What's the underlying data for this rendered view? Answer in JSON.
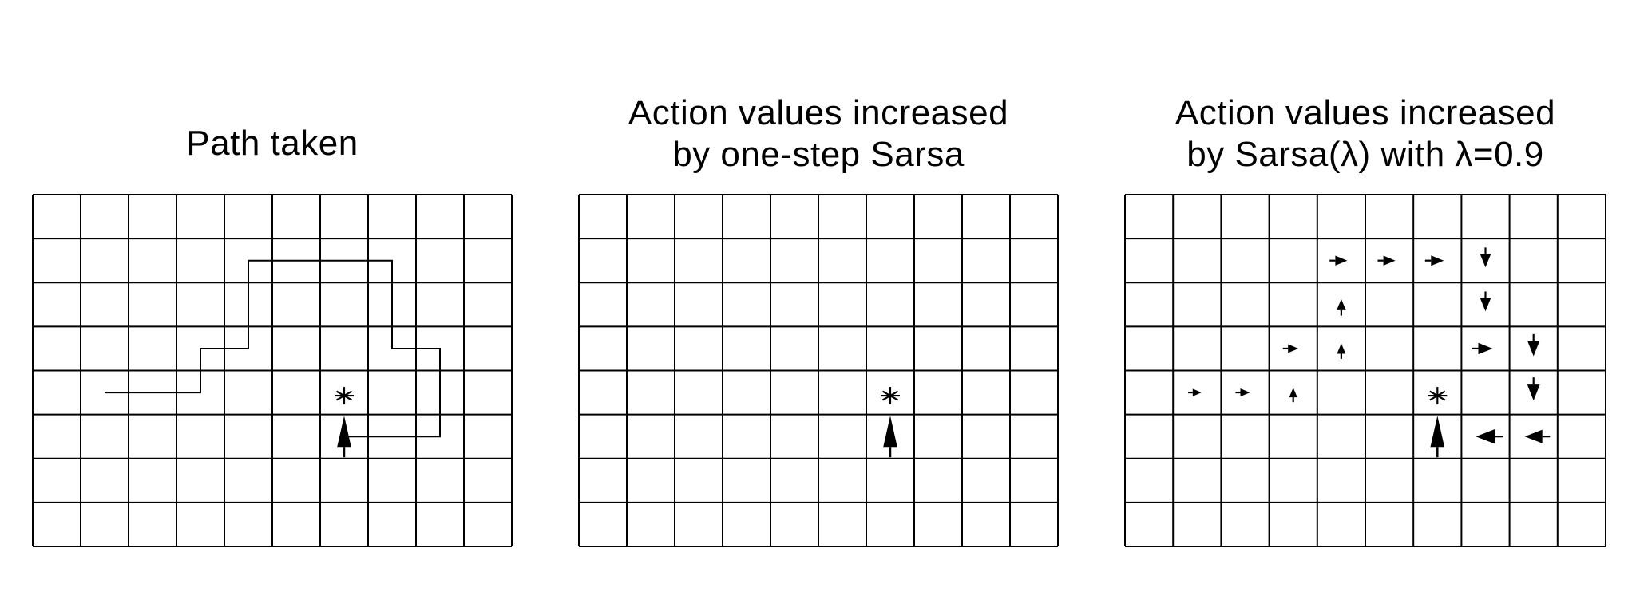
{
  "panels": [
    {
      "id": "path-taken",
      "title_lines": [
        "Path taken"
      ],
      "grid": {
        "cols": 10,
        "rows": 8
      },
      "path": [
        [
          1.5,
          4.5
        ],
        [
          3.5,
          4.5
        ],
        [
          3.5,
          3.5
        ],
        [
          4.5,
          3.5
        ],
        [
          4.5,
          1.5
        ],
        [
          7.5,
          1.5
        ],
        [
          7.5,
          3.5
        ],
        [
          8.5,
          3.5
        ],
        [
          8.5,
          5.5
        ],
        [
          6.5,
          5.5
        ]
      ],
      "goal": {
        "col": 6,
        "row": 4,
        "symbol": "∗"
      },
      "arrows": [
        {
          "col": 6,
          "row": 5,
          "dir": "up",
          "size": "large"
        }
      ]
    },
    {
      "id": "one-step-sarsa",
      "title_lines": [
        "Action values increased",
        "by one-step Sarsa"
      ],
      "grid": {
        "cols": 10,
        "rows": 8
      },
      "path": [],
      "goal": {
        "col": 6,
        "row": 4,
        "symbol": "∗"
      },
      "arrows": [
        {
          "col": 6,
          "row": 5,
          "dir": "up",
          "size": "large"
        }
      ]
    },
    {
      "id": "sarsa-lambda",
      "title_lines": [
        "Action values increased",
        "by Sarsa(λ) with λ=0.9"
      ],
      "grid": {
        "cols": 10,
        "rows": 8
      },
      "path": [],
      "goal": {
        "col": 6,
        "row": 4,
        "symbol": "∗"
      },
      "arrows": [
        {
          "col": 1,
          "row": 4,
          "dir": "right",
          "size": 0.25
        },
        {
          "col": 2,
          "row": 4,
          "dir": "right",
          "size": 0.3
        },
        {
          "col": 3,
          "row": 4,
          "dir": "up",
          "size": 0.3
        },
        {
          "col": 3,
          "row": 3,
          "dir": "right",
          "size": 0.35
        },
        {
          "col": 4,
          "row": 3,
          "dir": "up",
          "size": 0.35
        },
        {
          "col": 4,
          "row": 2,
          "dir": "up",
          "size": 0.4
        },
        {
          "col": 4,
          "row": 1,
          "dir": "right",
          "size": 0.45
        },
        {
          "col": 5,
          "row": 1,
          "dir": "right",
          "size": 0.45
        },
        {
          "col": 6,
          "row": 1,
          "dir": "right",
          "size": 0.5
        },
        {
          "col": 7,
          "row": 1,
          "dir": "down",
          "size": 0.55
        },
        {
          "col": 7,
          "row": 2,
          "dir": "down",
          "size": 0.55
        },
        {
          "col": 7,
          "row": 3,
          "dir": "right",
          "size": 0.6
        },
        {
          "col": 8,
          "row": 3,
          "dir": "down",
          "size": 0.65
        },
        {
          "col": 8,
          "row": 4,
          "dir": "down",
          "size": 0.7
        },
        {
          "col": 8,
          "row": 5,
          "dir": "left",
          "size": 0.8
        },
        {
          "col": 7,
          "row": 5,
          "dir": "left",
          "size": 0.9
        },
        {
          "col": 6,
          "row": 5,
          "dir": "up",
          "size": "large"
        }
      ]
    }
  ]
}
